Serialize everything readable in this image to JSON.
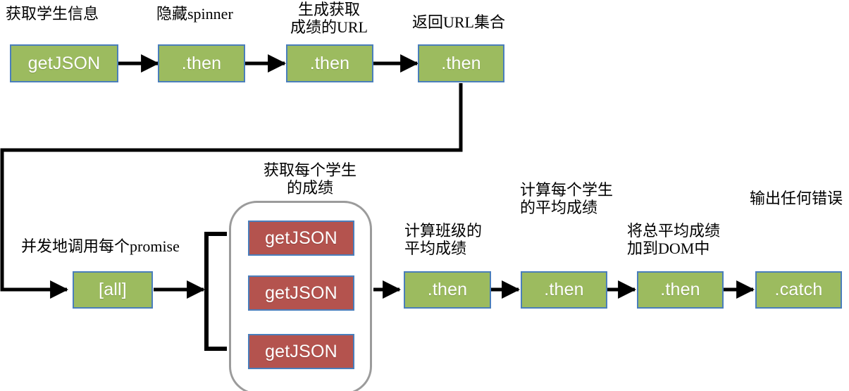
{
  "diagram": {
    "title": "Promise chain flow diagram",
    "colors": {
      "green_fill": "#9cbb5f",
      "red_fill": "#b4534e",
      "box_border": "#4a7ebb",
      "group_border": "#9b9b9b",
      "connector": "#000000",
      "background": "#ffffff",
      "node_text": "#ffffff",
      "caption_text": "#000000"
    },
    "top_row": {
      "nodes": [
        {
          "id": "top-getjson",
          "label": "getJSON",
          "caption": "获取学生信息",
          "style": "green"
        },
        {
          "id": "top-then-1",
          "label": ".then",
          "caption": "隐藏spinner",
          "style": "green"
        },
        {
          "id": "top-then-2",
          "label": ".then",
          "caption": "生成获取\n成绩的URL",
          "style": "green"
        },
        {
          "id": "top-then-3",
          "label": ".then",
          "caption": "返回URL集合",
          "style": "green"
        }
      ]
    },
    "bottom_row": {
      "all_node": {
        "id": "all",
        "label": "[all]",
        "caption": "并发地调用每个promise",
        "style": "green"
      },
      "group": {
        "caption": "获取每个学生\n的成绩",
        "nodes": [
          {
            "id": "group-getjson-1",
            "label": "getJSON",
            "style": "red"
          },
          {
            "id": "group-getjson-2",
            "label": "getJSON",
            "style": "red"
          },
          {
            "id": "group-getjson-3",
            "label": "getJSON",
            "style": "red"
          }
        ]
      },
      "nodes": [
        {
          "id": "bot-then-1",
          "label": ".then",
          "caption": "计算班级的\n平均成绩",
          "style": "green"
        },
        {
          "id": "bot-then-2",
          "label": ".then",
          "caption": "计算每个学生\n的平均成绩",
          "style": "green"
        },
        {
          "id": "bot-then-3",
          "label": ".then",
          "caption": "将总平均成绩\n加到DOM中",
          "style": "green"
        },
        {
          "id": "bot-catch",
          "label": ".catch",
          "caption": "输出任何错误",
          "style": "green"
        }
      ]
    }
  }
}
